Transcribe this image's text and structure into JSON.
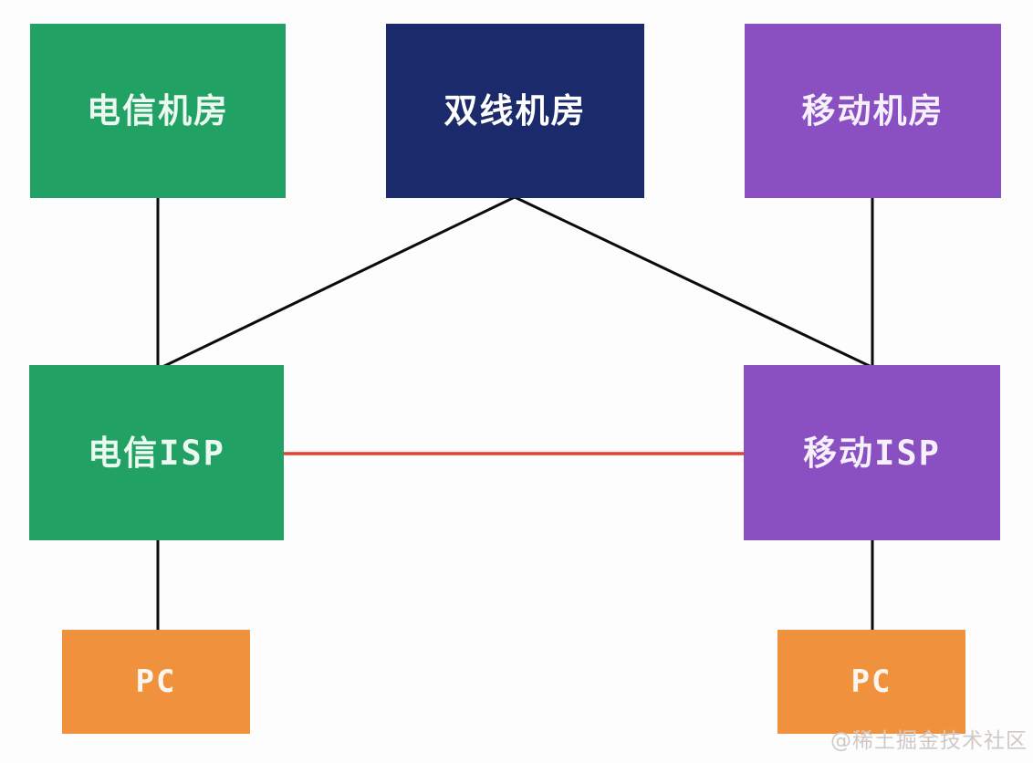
{
  "diagram": {
    "nodes": [
      {
        "id": "telecom-room",
        "label": "电信机房",
        "fill": "#21A163",
        "text_color": "#ECF9F1"
      },
      {
        "id": "dual-line-room",
        "label": "双线机房",
        "fill": "#1B2A6B",
        "text_color": "#FFFFFF"
      },
      {
        "id": "mobile-room",
        "label": "移动机房",
        "fill": "#8A4FC0",
        "text_color": "#F6EFFC"
      },
      {
        "id": "telecom-isp",
        "label": "电信ISP",
        "fill": "#21A163",
        "text_color": "#ECF9F1"
      },
      {
        "id": "mobile-isp",
        "label": "移动ISP",
        "fill": "#8A4FC0",
        "text_color": "#F6EFFC"
      },
      {
        "id": "pc-left",
        "label": "PC",
        "fill": "#F0923D",
        "text_color": "#FDF6EE"
      },
      {
        "id": "pc-right",
        "label": "PC",
        "fill": "#F0923D",
        "text_color": "#FDF6EE"
      }
    ],
    "edges": [
      {
        "from": "telecom-room",
        "to": "telecom-isp",
        "color": "#0B0B0B"
      },
      {
        "from": "dual-line-room",
        "to": "telecom-isp",
        "color": "#0B0B0B"
      },
      {
        "from": "dual-line-room",
        "to": "mobile-isp",
        "color": "#0B0B0B"
      },
      {
        "from": "mobile-room",
        "to": "mobile-isp",
        "color": "#0B0B0B"
      },
      {
        "from": "telecom-isp",
        "to": "mobile-isp",
        "color": "#E3422F"
      },
      {
        "from": "telecom-isp",
        "to": "pc-left",
        "color": "#0B0B0B"
      },
      {
        "from": "mobile-isp",
        "to": "pc-right",
        "color": "#0B0B0B"
      }
    ]
  },
  "watermark": {
    "text": "@稀土掘金技术社区"
  }
}
